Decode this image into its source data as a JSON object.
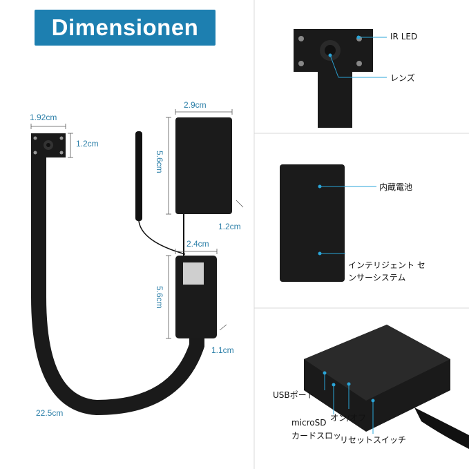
{
  "title": "Dimensionen",
  "dimensions": {
    "module_width": "1.92cm",
    "module_height": "1.2cm",
    "battery_width": "2.9cm",
    "battery_height": "5.6cm",
    "battery_depth": "1.2cm",
    "main_width": "2.4cm",
    "main_height": "5.6cm",
    "main_depth": "1.1cm",
    "cable_length": "22.5cm"
  },
  "callouts": {
    "ir_led": "IR LED",
    "lens": "レンズ",
    "battery": "内蔵電池",
    "sensor_line1": "インテリジェント セ",
    "sensor_line2": "ンサーシステム",
    "usb_port": "USBポート",
    "microsd_line1": "microSD",
    "microsd_line2": "カードスロッ",
    "on_off": "オン/オフ",
    "reset_switch": "リセットスイッチ"
  },
  "colors": {
    "accent": "#1d7fb0",
    "dimension_text": "#2c7fa8",
    "callout_dot": "#2aa5d8"
  }
}
